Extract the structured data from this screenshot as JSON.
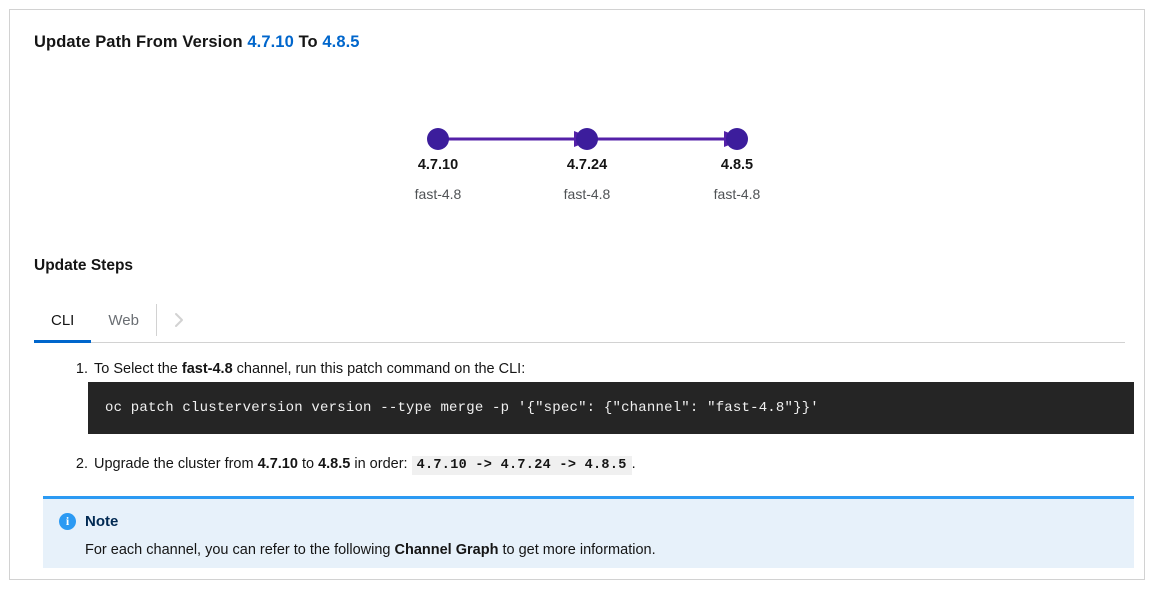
{
  "header": {
    "prefix": "Update Path From Version",
    "from_version": "4.7.10",
    "to_word": "To",
    "to_version": "4.8.5"
  },
  "graph": {
    "nodes": [
      {
        "version": "4.7.10",
        "channel": "fast-4.8"
      },
      {
        "version": "4.7.24",
        "channel": "fast-4.8"
      },
      {
        "version": "4.8.5",
        "channel": "fast-4.8"
      }
    ],
    "node_color": "#3c1d9c",
    "edge_color": "#5421a8"
  },
  "steps_section": {
    "title": "Update Steps",
    "tabs": [
      {
        "label": "CLI",
        "active": true
      },
      {
        "label": "Web",
        "active": false
      }
    ],
    "scroll_icon": "chevron-right-icon",
    "active_tab_color": "#0066cc"
  },
  "steps": {
    "step1": {
      "number": "1.",
      "text_before": "To Select the ",
      "channel": "fast-4.8",
      "text_after": " channel, run this patch command on the CLI:"
    },
    "command": "oc patch clusterversion version --type merge -p '{\"spec\": {\"channel\": \"fast-4.8\"}}'",
    "step2": {
      "number": "2.",
      "text_before": "Upgrade the cluster from ",
      "from_version": "4.7.10",
      "text_mid": " to ",
      "to_version": "4.8.5",
      "text_order": " in order: ",
      "order_code": "4.7.10 -> 4.7.24 -> 4.8.5",
      "text_end": "."
    }
  },
  "note": {
    "icon": "info-circle-icon",
    "title": "Note",
    "body_before": "For each channel, you can refer to the following ",
    "link_text": "Channel Graph",
    "body_after": " to get more information."
  }
}
